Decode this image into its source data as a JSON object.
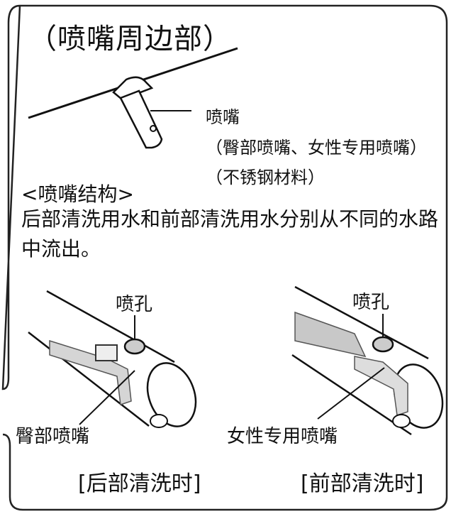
{
  "title": "（喷嘴周边部）",
  "nozzle_label": "喷嘴",
  "nozzle_types": "（臀部喷嘴、女性专用喷嘴）",
  "nozzle_material": "（不锈钢材料）",
  "structure_heading": "<喷嘴结构>",
  "structure_text": "后部清洗用水和前部清洗用水分别从不同的水路中流出。",
  "left_figure": {
    "hole_label": "喷孔",
    "nozzle_label": "臀部喷嘴",
    "caption": "[后部清洗时]"
  },
  "right_figure": {
    "hole_label": "喷孔",
    "nozzle_label": "女性专用喷嘴",
    "caption": "[前部清洗时]"
  }
}
